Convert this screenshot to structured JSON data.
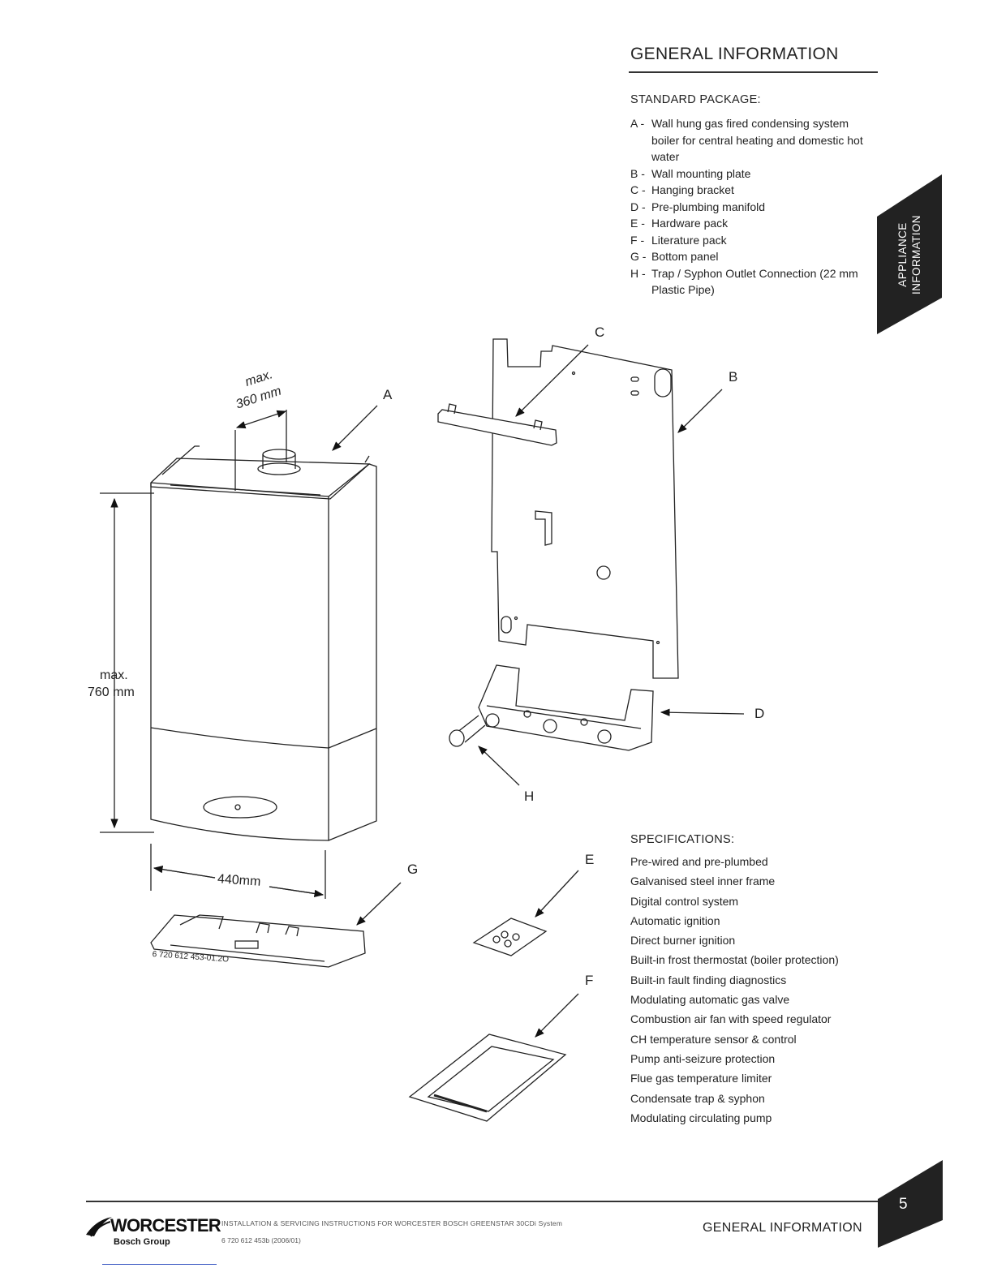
{
  "header": {
    "section_title": "GENERAL INFORMATION"
  },
  "standard_package": {
    "heading": "STANDARD PACKAGE:",
    "items": [
      {
        "key": "A -",
        "text": "Wall hung gas fired condensing system boiler for central heating and domestic hot water"
      },
      {
        "key": "B -",
        "text": "Wall mounting plate"
      },
      {
        "key": "C -",
        "text": "Hanging bracket"
      },
      {
        "key": "D -",
        "text": "Pre-plumbing manifold"
      },
      {
        "key": "E -",
        "text": "Hardware pack"
      },
      {
        "key": "F -",
        "text": "Literature pack"
      },
      {
        "key": "G -",
        "text": "Bottom panel"
      },
      {
        "key": "H -",
        "text": "Trap / Syphon Outlet Connection (22 mm Plastic Pipe)"
      }
    ]
  },
  "side_tab": {
    "line1": "APPLIANCE",
    "line2": "INFORMATION"
  },
  "diagram": {
    "callouts": {
      "a": "A",
      "b": "B",
      "c": "C",
      "d": "D",
      "e": "E",
      "f": "F",
      "g": "G",
      "h": "H"
    },
    "dim_depth_max": "max.",
    "dim_depth_value": "360 mm",
    "dim_height_max": "max.",
    "dim_height_value": "760 mm",
    "dim_width": "440mm",
    "part_number": "6 720 612 453-01.2O"
  },
  "specifications": {
    "heading": "SPECIFICATIONS:",
    "items": [
      "Pre-wired and pre-plumbed",
      "Galvanised steel inner frame",
      "Digital control system",
      "Automatic ignition",
      "Direct burner ignition",
      "Built-in frost thermostat (boiler protection)",
      "Built-in fault finding diagnostics",
      "Modulating automatic gas valve",
      "Combustion air fan with speed regulator",
      "CH temperature sensor & control",
      "Pump anti-seizure protection",
      "Flue gas temperature limiter",
      "Condensate trap & syphon",
      "Modulating circulating pump"
    ]
  },
  "footer": {
    "brand": "WORCESTER",
    "brand_sub": "Bosch Group",
    "doc_title": "INSTALLATION & SERVICING INSTRUCTIONS FOR WORCESTER BOSCH GREENSTAR 30CDi System",
    "doc_number": "6 720 612 453b (2006/01)",
    "section": "GENERAL INFORMATION",
    "page_number": "5"
  },
  "colors": {
    "tab": "#222222",
    "text": "#222222"
  }
}
